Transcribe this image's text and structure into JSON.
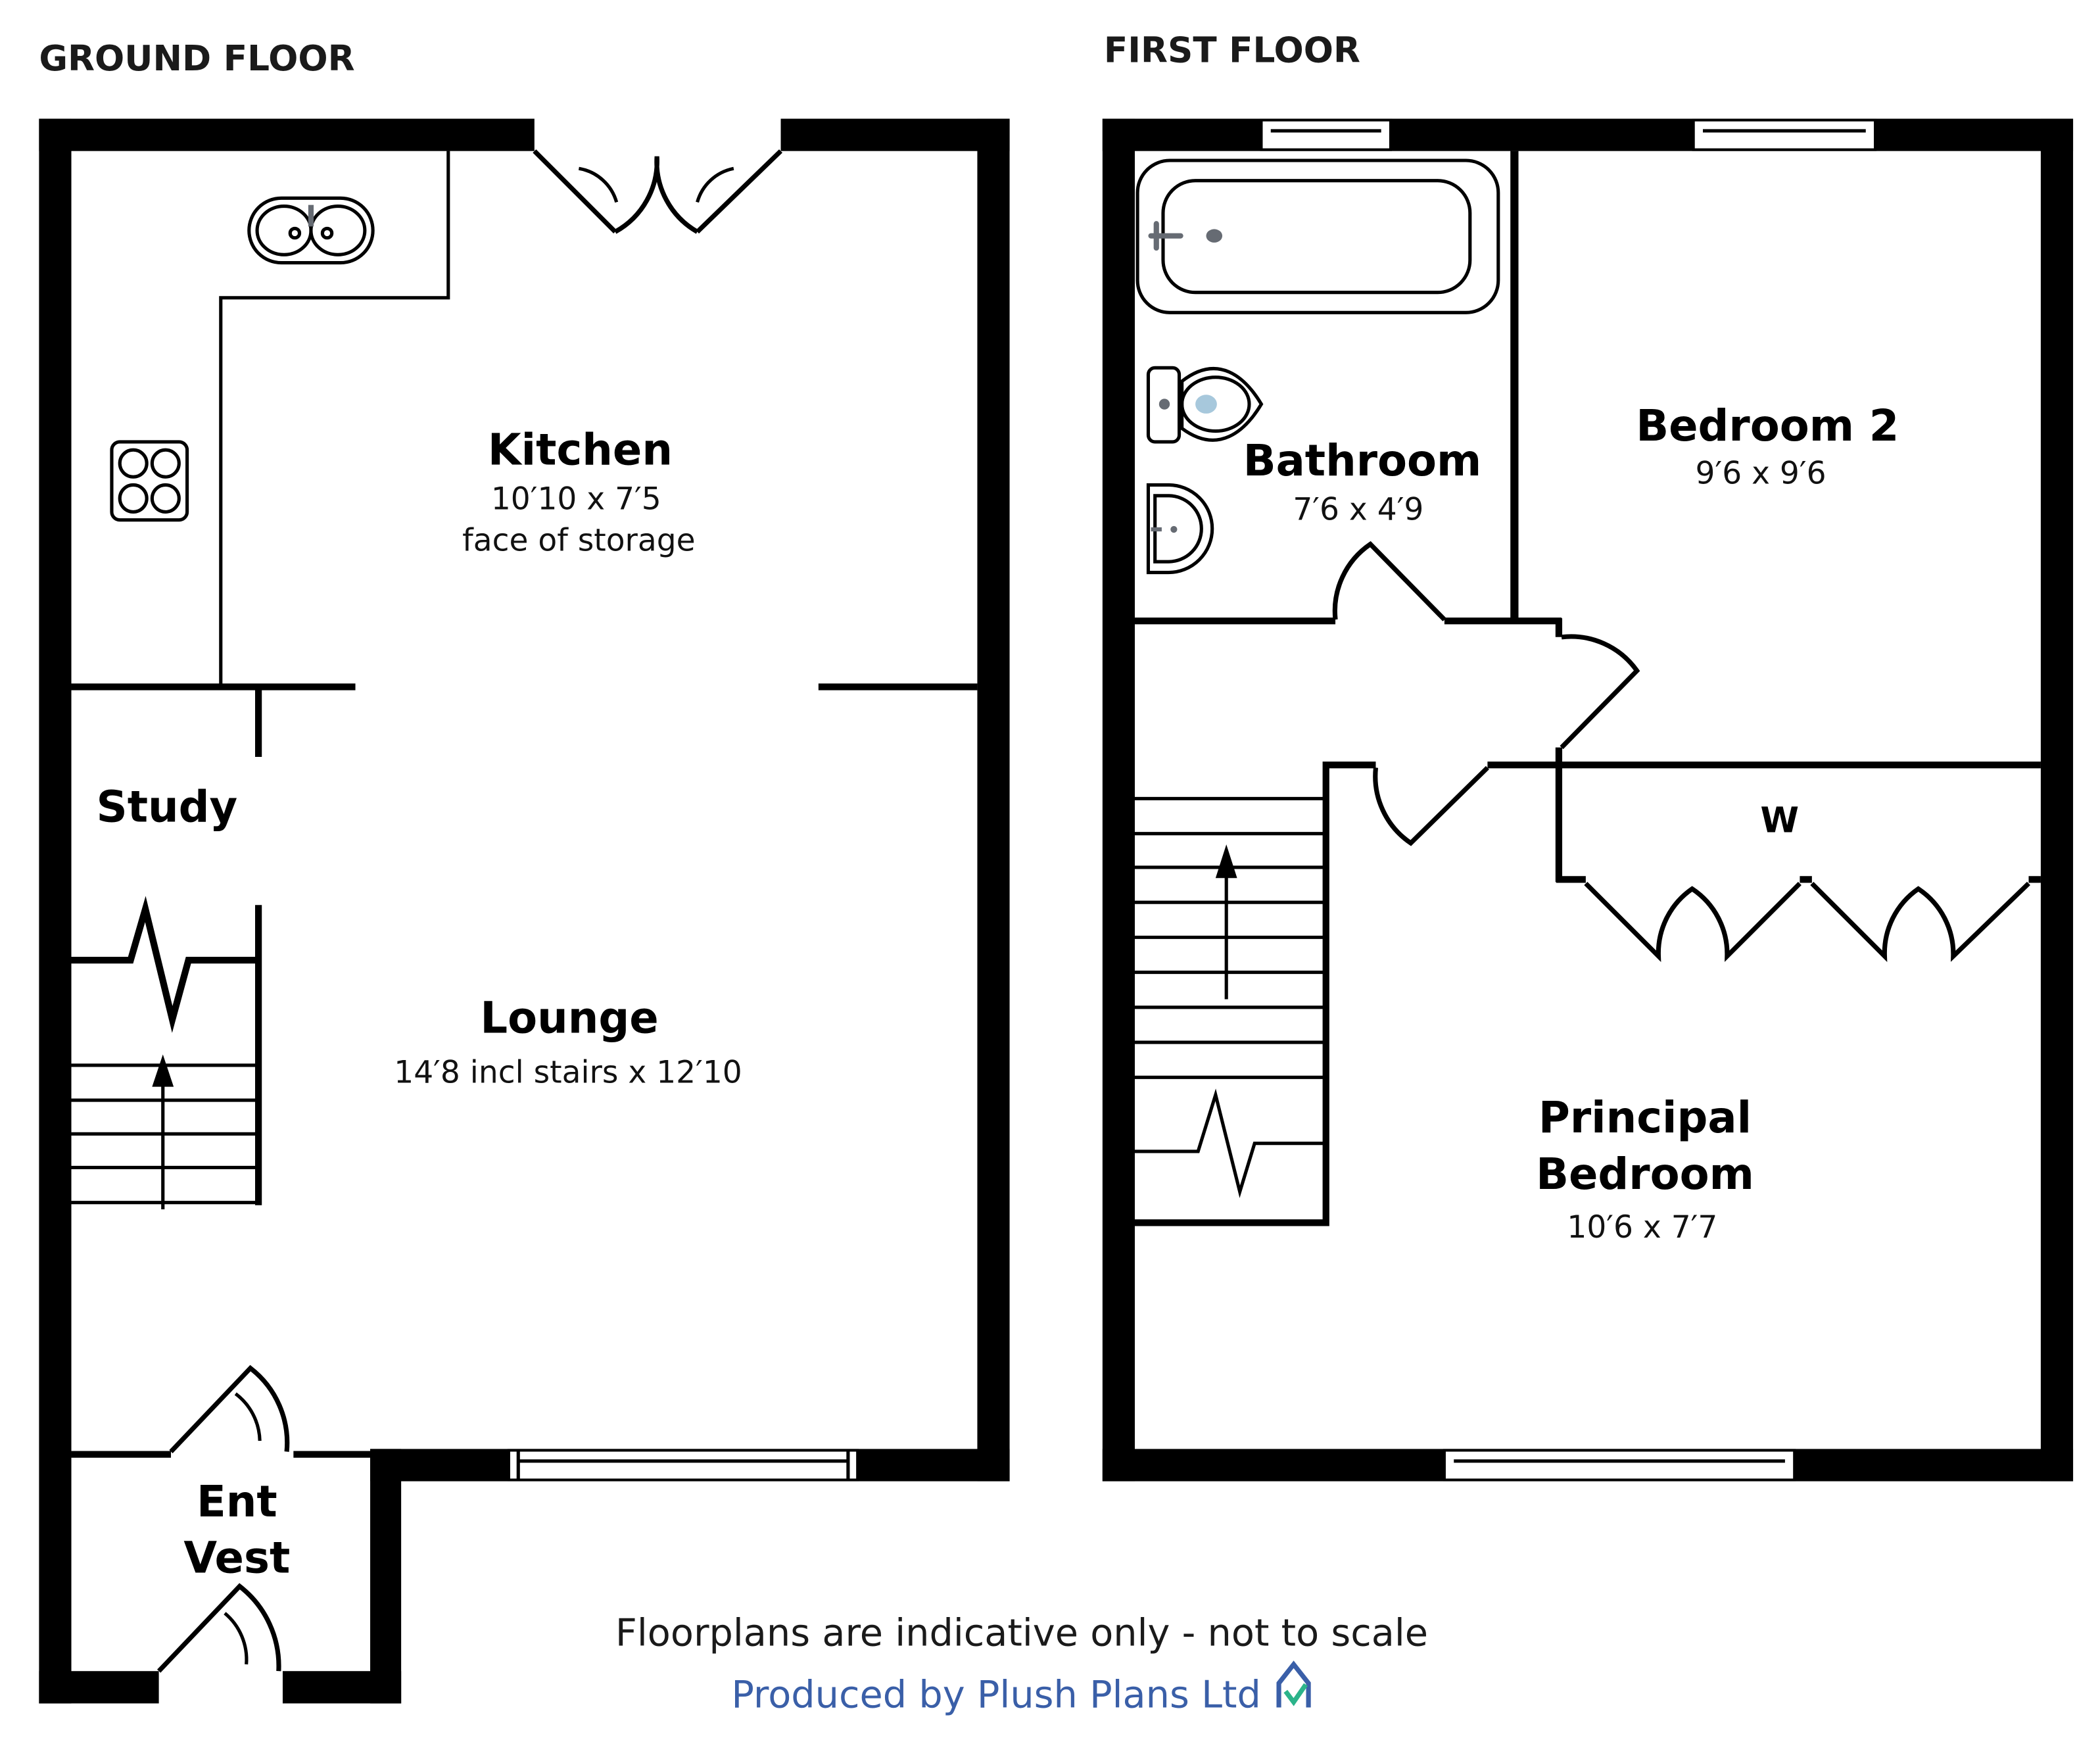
{
  "ground_floor": {
    "title": "GROUND FLOOR",
    "rooms": [
      {
        "name": "Kitchen",
        "dims": "10′10 x 7′5",
        "note": "face of storage"
      },
      {
        "name": "Study"
      },
      {
        "name": "Lounge",
        "dims": "14′8 incl stairs x 12′10"
      },
      {
        "name_line1": "Ent",
        "name_line2": "Vest"
      }
    ]
  },
  "first_floor": {
    "title": "FIRST FLOOR",
    "rooms": [
      {
        "name": "Bathroom",
        "dims": "7′6 x 4′9"
      },
      {
        "name": "Bedroom 2",
        "dims": "9′6 x 9′6"
      },
      {
        "name": "W"
      },
      {
        "name_line1": "Principal",
        "name_line2": "Bedroom",
        "dims": "10′6 x 7′7"
      }
    ]
  },
  "footer": {
    "disclaimer": "Floorplans are indicative only - not to scale",
    "credit": "Produced by Plush Plans Ltd",
    "credit_color": "#3a5fa8",
    "logo_check_color": "#2bb38a"
  }
}
